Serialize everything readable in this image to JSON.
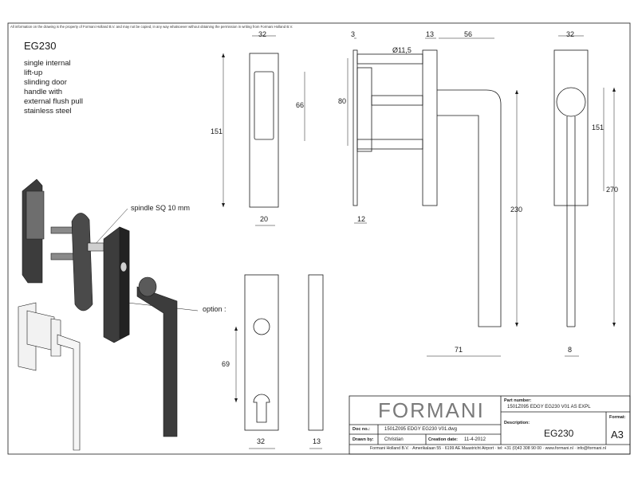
{
  "sheet": {
    "notice": "All information on the drawing is the property of Formani Holland B.V. and may not be copied, in any way whatsoever without obtaining the permission in writing from Formani Holland B.V.",
    "title": "EG230",
    "description_lines": [
      "single internal",
      "lift-up",
      "slinding door",
      "handle with",
      "external flush pull",
      "stainless steel"
    ]
  },
  "dimensions": {
    "pull_width": "32",
    "pull_height": "151",
    "pull_recess_height": "66",
    "pull_depth": "20",
    "side_rose": "3",
    "side_spacing": "80",
    "side_rod_diameter": "Ø11,5",
    "side_gap": "13",
    "side_projection": "56",
    "side_base": "12",
    "handle_height": "230",
    "handle_reach": "71",
    "front_width": "32",
    "front_rose_height": "151",
    "front_total_height": "270",
    "front_lever_width": "8",
    "option_rose_width": "32",
    "option_cylinder_distance": "69",
    "option_depth": "13"
  },
  "annotations": {
    "spindle": "spindle SQ 10 mm",
    "option": "option :"
  },
  "title_block": {
    "brand": "FORMANI",
    "part_number_label": "Part number:",
    "part_number": "1501Z095 EDGY EG230 V01 AS EXPL",
    "doc_label": "Doc no.:",
    "doc_value": "1501Z095 EDGY EG230 V01.dwg",
    "description_label": "Description:",
    "description_value": "EG230",
    "drawn_label": "Drawn by:",
    "drawn_value": "Christian",
    "creation_label": "Creation date:",
    "creation_value": "11-4-2012",
    "format_label": "Format:",
    "format_value": "A3",
    "footer": "Formani Holland B.V.  ·  Amerikalaan 55  ·  6199 AE Maastricht Airport  ·  tel: +31 (0)43 308 90 00  ·  www.formani.nl  ·  info@formani.nl"
  },
  "colors": {
    "line": "#1a1a1a",
    "fill_dark": "#3c3c3c",
    "fill_mid": "#8a8a8a",
    "brand_gray": "#7a7a7a"
  }
}
